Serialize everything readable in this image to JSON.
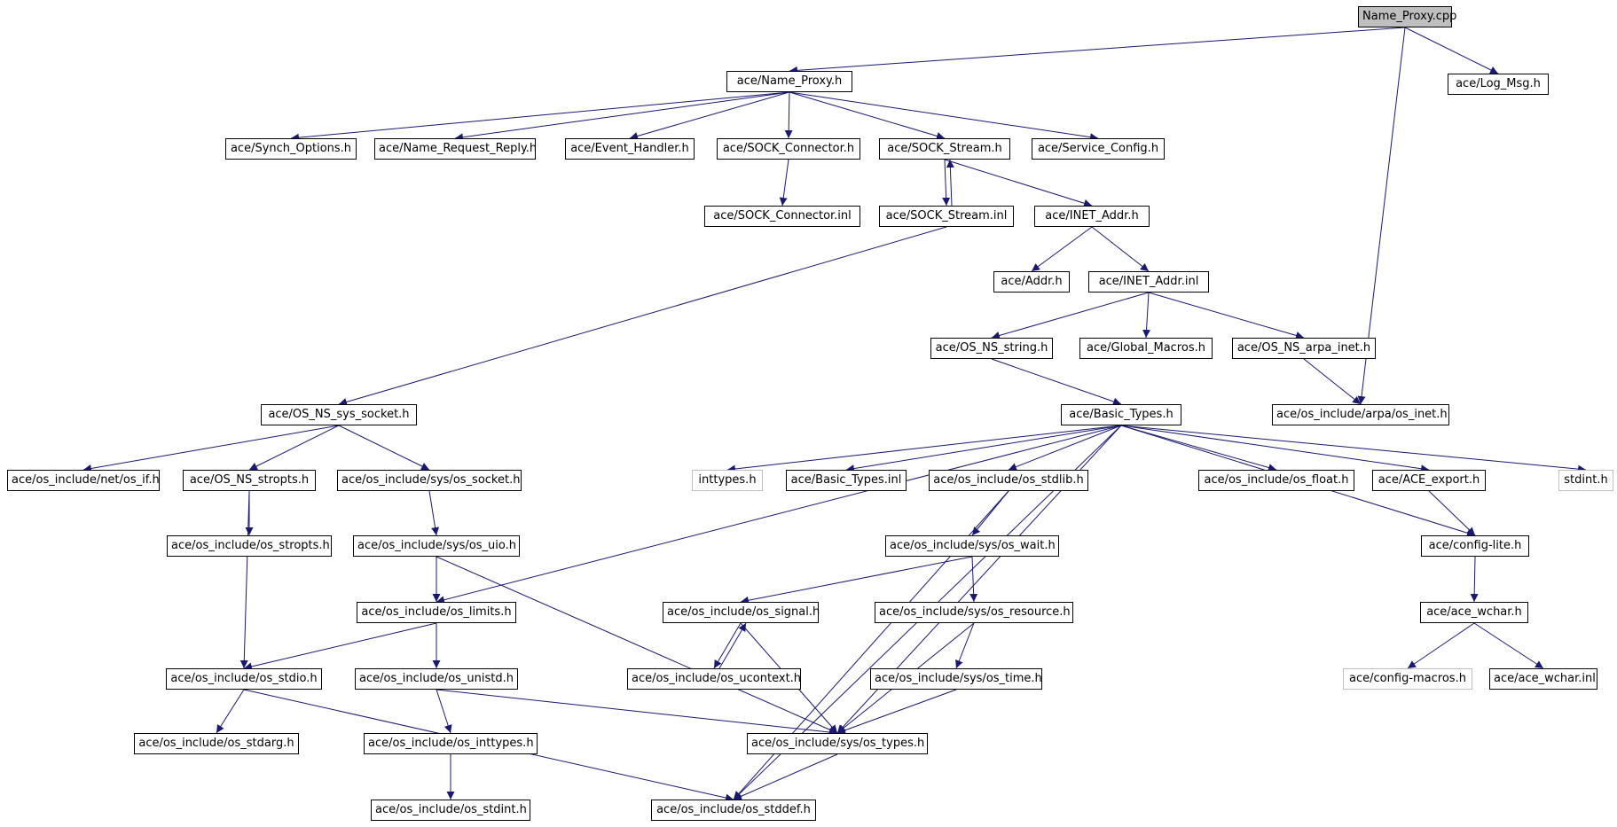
{
  "nodes": {
    "name_proxy_cpp": "Name_Proxy.cpp",
    "log_msg": "ace/Log_Msg.h",
    "name_proxy_h": "ace/Name_Proxy.h",
    "synch_options": "ace/Synch_Options.h",
    "name_request_reply": "ace/Name_Request_Reply.h",
    "event_handler": "ace/Event_Handler.h",
    "sock_connector": "ace/SOCK_Connector.h",
    "sock_stream": "ace/SOCK_Stream.h",
    "service_config": "ace/Service_Config.h",
    "sock_connector_inl": "ace/SOCK_Connector.inl",
    "sock_stream_inl": "ace/SOCK_Stream.inl",
    "inet_addr": "ace/INET_Addr.h",
    "addr": "ace/Addr.h",
    "inet_addr_inl": "ace/INET_Addr.inl",
    "os_ns_string": "ace/OS_NS_string.h",
    "global_macros": "ace/Global_Macros.h",
    "os_ns_arpa_inet": "ace/OS_NS_arpa_inet.h",
    "os_ns_sys_socket": "ace/OS_NS_sys_socket.h",
    "basic_types": "ace/Basic_Types.h",
    "arpa_os_inet": "ace/os_include/arpa/os_inet.h",
    "net_os_if": "ace/os_include/net/os_if.h",
    "os_ns_stropts": "ace/OS_NS_stropts.h",
    "sys_os_socket": "ace/os_include/sys/os_socket.h",
    "inttypes": "inttypes.h",
    "basic_types_inl": "ace/Basic_Types.inl",
    "os_stdlib": "ace/os_include/os_stdlib.h",
    "os_float": "ace/os_include/os_float.h",
    "ace_export": "ace/ACE_export.h",
    "stdint": "stdint.h",
    "os_stropts": "ace/os_include/os_stropts.h",
    "sys_os_uio": "ace/os_include/sys/os_uio.h",
    "sys_os_wait": "ace/os_include/sys/os_wait.h",
    "config_lite": "ace/config-lite.h",
    "os_limits": "ace/os_include/os_limits.h",
    "os_signal": "ace/os_include/os_signal.h",
    "sys_os_resource": "ace/os_include/sys/os_resource.h",
    "ace_wchar": "ace/ace_wchar.h",
    "os_stdio": "ace/os_include/os_stdio.h",
    "os_unistd": "ace/os_include/os_unistd.h",
    "os_ucontext": "ace/os_include/os_ucontext.h",
    "sys_os_time": "ace/os_include/sys/os_time.h",
    "config_macros": "ace/config-macros.h",
    "ace_wchar_inl": "ace/ace_wchar.inl",
    "os_stdarg": "ace/os_include/os_stdarg.h",
    "os_inttypes": "ace/os_include/os_inttypes.h",
    "sys_os_types": "ace/os_include/sys/os_types.h",
    "os_stdint": "ace/os_include/os_stdint.h",
    "os_stddef": "ace/os_include/os_stddef.h"
  },
  "edges": [
    [
      "name_proxy_cpp",
      "name_proxy_h"
    ],
    [
      "name_proxy_cpp",
      "log_msg"
    ],
    [
      "name_proxy_cpp",
      "arpa_os_inet"
    ],
    [
      "name_proxy_h",
      "synch_options"
    ],
    [
      "name_proxy_h",
      "name_request_reply"
    ],
    [
      "name_proxy_h",
      "event_handler"
    ],
    [
      "name_proxy_h",
      "sock_connector"
    ],
    [
      "name_proxy_h",
      "sock_stream"
    ],
    [
      "name_proxy_h",
      "service_config"
    ],
    [
      "sock_connector",
      "sock_connector_inl"
    ],
    [
      "sock_stream",
      "sock_stream_inl"
    ],
    [
      "sock_stream_inl",
      "sock_stream"
    ],
    [
      "sock_stream",
      "inet_addr"
    ],
    [
      "inet_addr",
      "addr"
    ],
    [
      "inet_addr",
      "inet_addr_inl"
    ],
    [
      "inet_addr_inl",
      "os_ns_string"
    ],
    [
      "inet_addr_inl",
      "global_macros"
    ],
    [
      "inet_addr_inl",
      "os_ns_arpa_inet"
    ],
    [
      "os_ns_arpa_inet",
      "arpa_os_inet"
    ],
    [
      "os_ns_string",
      "basic_types"
    ],
    [
      "sock_stream_inl",
      "os_ns_sys_socket"
    ],
    [
      "os_ns_sys_socket",
      "net_os_if"
    ],
    [
      "os_ns_sys_socket",
      "os_ns_stropts"
    ],
    [
      "os_ns_sys_socket",
      "sys_os_socket"
    ],
    [
      "os_ns_stropts",
      "os_stropts"
    ],
    [
      "os_ns_stropts",
      "os_stdio"
    ],
    [
      "sys_os_socket",
      "sys_os_uio"
    ],
    [
      "sys_os_uio",
      "os_limits"
    ],
    [
      "sys_os_uio",
      "sys_os_types"
    ],
    [
      "basic_types",
      "inttypes"
    ],
    [
      "basic_types",
      "basic_types_inl"
    ],
    [
      "basic_types",
      "os_stdlib"
    ],
    [
      "basic_types",
      "os_float"
    ],
    [
      "basic_types",
      "ace_export"
    ],
    [
      "basic_types",
      "stdint"
    ],
    [
      "basic_types",
      "config_lite"
    ],
    [
      "basic_types",
      "os_limits"
    ],
    [
      "basic_types",
      "sys_os_types"
    ],
    [
      "basic_types",
      "os_stddef"
    ],
    [
      "os_stdlib",
      "sys_os_wait"
    ],
    [
      "os_stdlib",
      "os_stddef"
    ],
    [
      "sys_os_wait",
      "os_signal"
    ],
    [
      "sys_os_wait",
      "sys_os_resource"
    ],
    [
      "os_signal",
      "os_ucontext"
    ],
    [
      "os_ucontext",
      "os_signal"
    ],
    [
      "os_signal",
      "sys_os_types"
    ],
    [
      "sys_os_resource",
      "sys_os_time"
    ],
    [
      "sys_os_resource",
      "sys_os_types"
    ],
    [
      "sys_os_time",
      "sys_os_types"
    ],
    [
      "ace_export",
      "config_lite"
    ],
    [
      "config_lite",
      "ace_wchar"
    ],
    [
      "ace_wchar",
      "config_macros"
    ],
    [
      "ace_wchar",
      "ace_wchar_inl"
    ],
    [
      "os_limits",
      "os_stdio"
    ],
    [
      "os_limits",
      "os_unistd"
    ],
    [
      "os_stdio",
      "os_stdarg"
    ],
    [
      "os_stdio",
      "os_stddef"
    ],
    [
      "os_unistd",
      "os_inttypes"
    ],
    [
      "os_unistd",
      "sys_os_types"
    ],
    [
      "os_inttypes",
      "os_stdint"
    ],
    [
      "sys_os_types",
      "os_stddef"
    ]
  ],
  "colors": {
    "edge": "#191970",
    "node_border": "#000000",
    "root_fill": "#bfbfbf",
    "external_border": "#bfbfbf"
  }
}
